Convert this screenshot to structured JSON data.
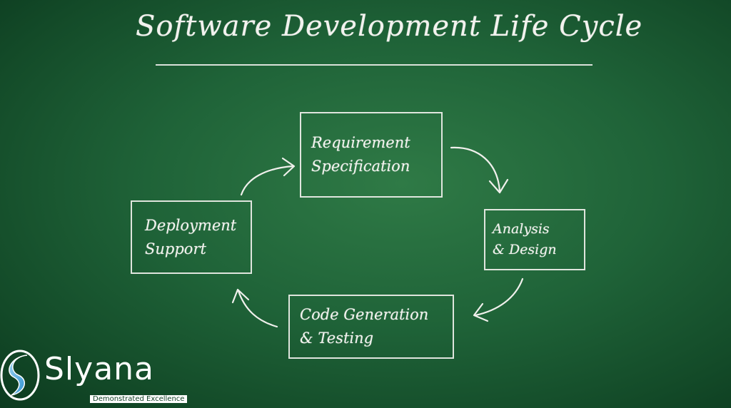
{
  "title": "Software Development Life Cycle",
  "stages": {
    "requirement": {
      "line1": "Requirement",
      "line2": "Specification"
    },
    "analysis": {
      "line1": "Analysis",
      "line2": "& Design"
    },
    "code": {
      "line1": "Code Generation",
      "line2": "& Testing"
    },
    "deployment": {
      "line1": "Deployment",
      "line2": "Support"
    }
  },
  "logo": {
    "name": "Slyana",
    "tagline": "Demonstrated Excellence"
  },
  "colors": {
    "board": "#1f6338",
    "chalk": "#f2f2ee"
  }
}
